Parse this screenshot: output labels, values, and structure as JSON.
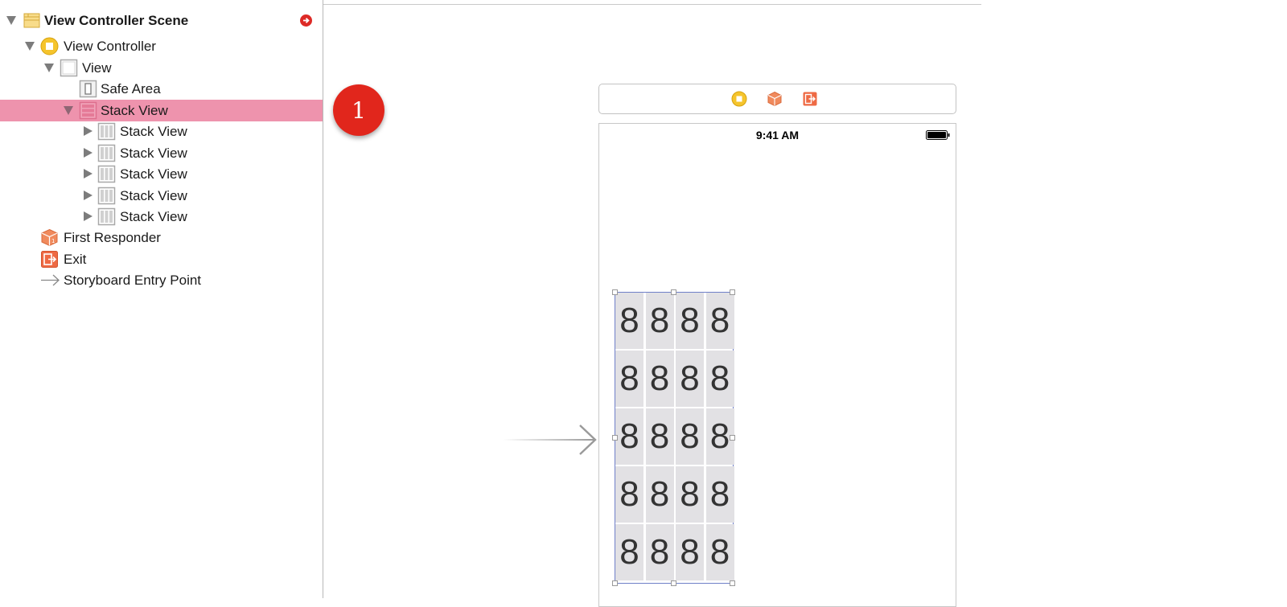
{
  "outline": {
    "rows": [
      {
        "id": "scene",
        "label": "View Controller Scene",
        "icon": "scene-icon",
        "disclosure": "open"
      },
      {
        "id": "view-controller",
        "label": "View Controller",
        "icon": "view-controller-icon",
        "disclosure": "open"
      },
      {
        "id": "view",
        "label": "View",
        "icon": "view-icon",
        "disclosure": "open"
      },
      {
        "id": "safe-area",
        "label": "Safe Area",
        "icon": "safe-area-icon",
        "disclosure": "none"
      },
      {
        "id": "stack-view",
        "label": "Stack View",
        "icon": "vertical-stack-view-icon",
        "disclosure": "open",
        "selected": true
      },
      {
        "id": "stack-view-1",
        "label": "Stack View",
        "icon": "horizontal-stack-view-icon",
        "disclosure": "closed"
      },
      {
        "id": "stack-view-2",
        "label": "Stack View",
        "icon": "horizontal-stack-view-icon",
        "disclosure": "closed"
      },
      {
        "id": "stack-view-3",
        "label": "Stack View",
        "icon": "horizontal-stack-view-icon",
        "disclosure": "closed"
      },
      {
        "id": "stack-view-4",
        "label": "Stack View",
        "icon": "horizontal-stack-view-icon",
        "disclosure": "closed"
      },
      {
        "id": "stack-view-5",
        "label": "Stack View",
        "icon": "horizontal-stack-view-icon",
        "disclosure": "closed"
      },
      {
        "id": "first-responder",
        "label": "First Responder",
        "icon": "first-responder-icon",
        "disclosure": "none"
      },
      {
        "id": "exit",
        "label": "Exit",
        "icon": "exit-icon",
        "disclosure": "none"
      },
      {
        "id": "entry-point",
        "label": "Storyboard Entry Point",
        "icon": "entry-arrow-icon",
        "disclosure": "none"
      }
    ],
    "warning_icon": "red-warning-icon"
  },
  "canvas": {
    "step_badge": "1",
    "scene_dock_icons": [
      "view-controller-icon",
      "first-responder-icon",
      "exit-icon"
    ],
    "status_bar": {
      "time": "9:41 AM",
      "battery_icon": "battery-icon"
    },
    "grid": {
      "rows": [
        [
          "8",
          "8",
          "8",
          "8"
        ],
        [
          "8",
          "8",
          "8",
          "8"
        ],
        [
          "8",
          "8",
          "8",
          "8"
        ],
        [
          "8",
          "8",
          "8",
          "8"
        ],
        [
          "8",
          "8",
          "8",
          "8"
        ]
      ]
    }
  },
  "colors": {
    "selection": "#ee93ad",
    "badge": "#e1261c",
    "stack_border": "#6f7fc8",
    "cell_fill": "#e2e1e4"
  }
}
